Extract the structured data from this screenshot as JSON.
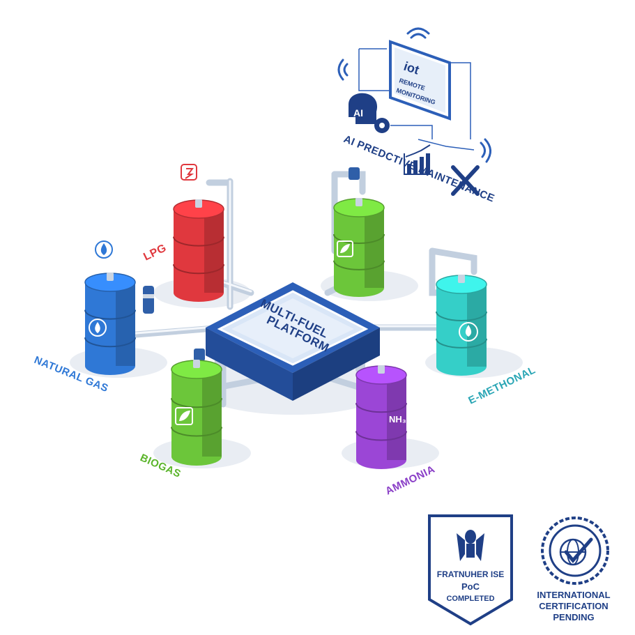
{
  "platform": {
    "title_line1": "MULTI-FUEL",
    "title_line2": "PLATFORM"
  },
  "tanks": {
    "lpg": {
      "label": "LPG",
      "color": "#e0383e"
    },
    "natural_gas": {
      "label": "NATURAL GAS",
      "color": "#2f78d6"
    },
    "biogas_top": {
      "label": "",
      "color": "#6cc63a"
    },
    "e_methanol": {
      "label": "E-METHONAL",
      "color": "#35cfc8"
    },
    "biogas": {
      "label": "BIOGAS",
      "color": "#6cc63a"
    },
    "ammonia": {
      "label": "AMMONIA",
      "color": "#9b46d6",
      "formula": "NH₃"
    }
  },
  "iot": {
    "screen_title": "iot",
    "screen_line1": "REMOTE",
    "screen_line2": "MONITORING",
    "ai_text": "AI",
    "caption": "AI PREDCTIVE MAINTENANCE"
  },
  "badges": {
    "fraunhofer_line1": "FRATNUHER ISE",
    "fraunhofer_line2": "PoC",
    "fraunhofer_line3": "COMPLETED",
    "cert_line1": "INTERNATIONAL",
    "cert_line2": "CERTIFICATION",
    "cert_line3": "PENDING"
  },
  "colors": {
    "platform_blue": "#2c5fb8",
    "platform_light": "#dfeaf8",
    "pipe": "#c7d3e2",
    "accent_navy": "#1f3f86"
  }
}
